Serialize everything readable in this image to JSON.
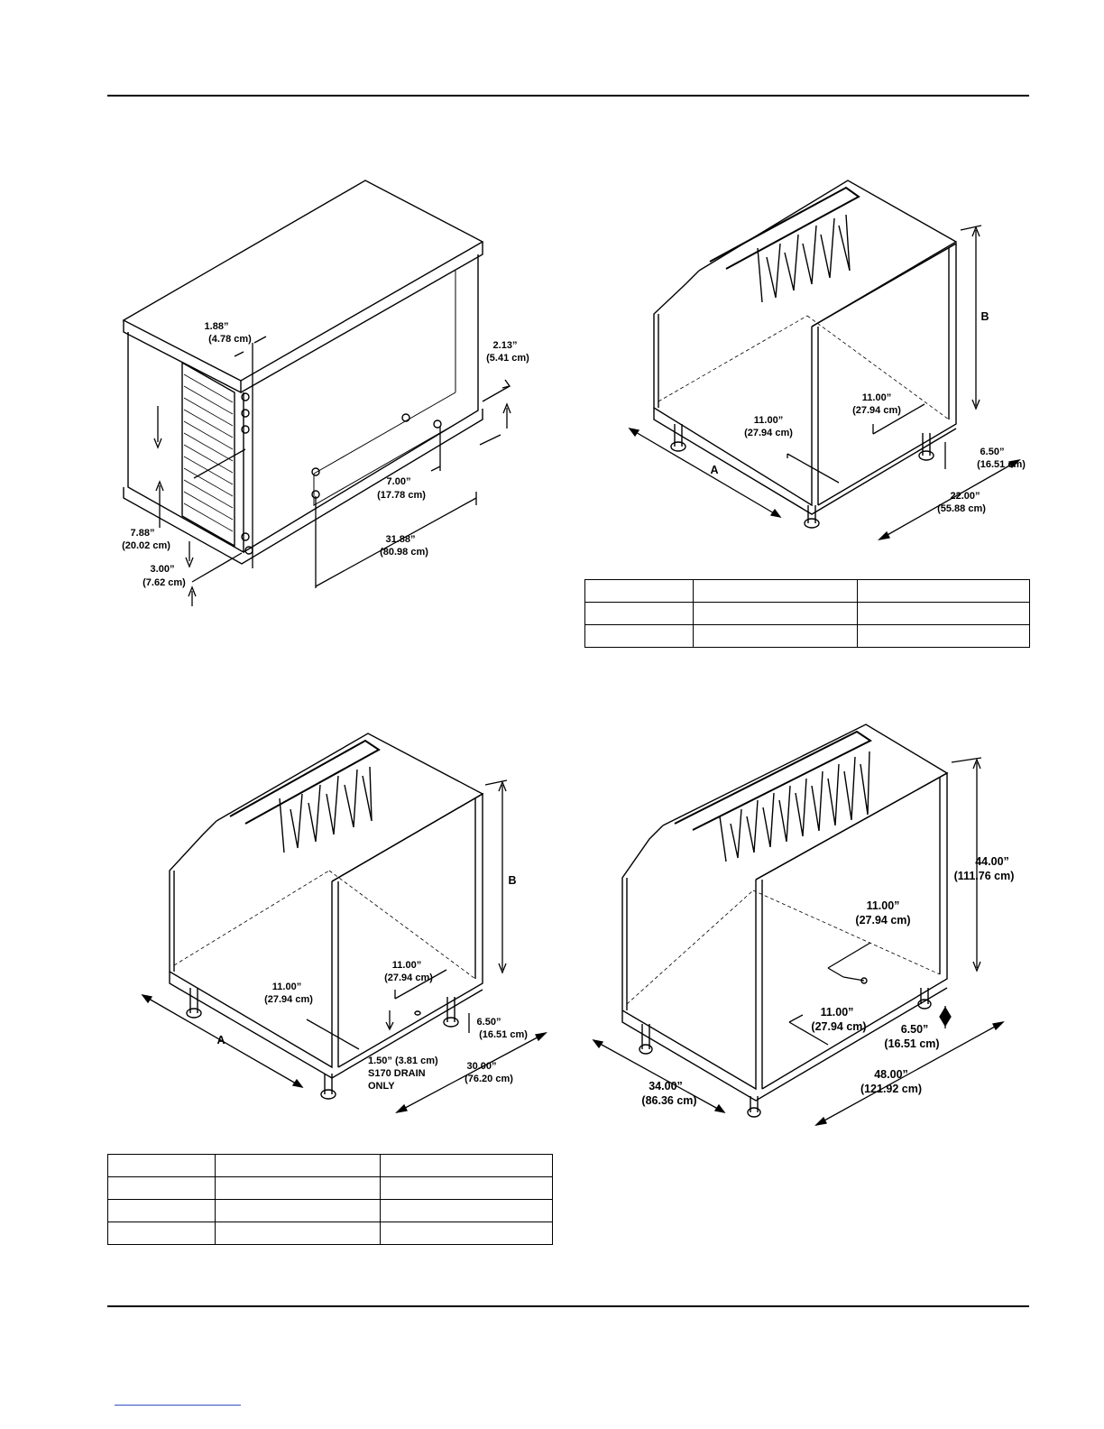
{
  "figures": {
    "condensing_unit": {
      "labels": [
        {
          "id": "d1",
          "in": "1.88”",
          "cm": "(4.78 cm)"
        },
        {
          "id": "d2",
          "in": "2.13”",
          "cm": "(5.41 cm)"
        },
        {
          "id": "d3",
          "in": "7.00”",
          "cm": "(17.78 cm)"
        },
        {
          "id": "d4",
          "in": "7.88”",
          "cm": "(20.02 cm)"
        },
        {
          "id": "d5",
          "in": "3.00”",
          "cm": "(7.62 cm)"
        },
        {
          "id": "d6",
          "in": "31.88”",
          "cm": "(80.98 cm)"
        }
      ]
    },
    "bin_top_right": {
      "letters": {
        "a": "A",
        "b": "B"
      },
      "labels": [
        {
          "id": "r1",
          "in": "11.00”",
          "cm": "(27.94 cm)"
        },
        {
          "id": "r2",
          "in": "11.00”",
          "cm": "(27.94 cm)"
        },
        {
          "id": "r3",
          "in": "6.50”",
          "cm": "(16.51 cm)"
        },
        {
          "id": "r4",
          "in": "22.00”",
          "cm": "(55.88 cm)"
        }
      ]
    },
    "bin_bottom_left": {
      "letters": {
        "a": "A",
        "b": "B"
      },
      "labels": [
        {
          "id": "l1",
          "in": "11.00”",
          "cm": "(27.94 cm)"
        },
        {
          "id": "l2",
          "in": "11.00”",
          "cm": "(27.94 cm)"
        },
        {
          "id": "l3",
          "in": "6.50”",
          "cm": "(16.51 cm)"
        },
        {
          "id": "l4",
          "in": "30.00”",
          "cm": "(76.20 cm)"
        }
      ],
      "drain_note": [
        "1.50” (3.81 cm)",
        "S170 DRAIN",
        "ONLY"
      ]
    },
    "bin_bottom_right": {
      "labels": [
        {
          "id": "b1",
          "in": "44.00”",
          "cm": "(111.76 cm)"
        },
        {
          "id": "b2",
          "in": "11.00”",
          "cm": "(27.94 cm)"
        },
        {
          "id": "b3",
          "in": "11.00”",
          "cm": "(27.94 cm)"
        },
        {
          "id": "b4",
          "in": "6.50”",
          "cm": "(16.51 cm)"
        },
        {
          "id": "b5",
          "in": "34.00”",
          "cm": "(86.36 cm)"
        },
        {
          "id": "b6",
          "in": "48.00”",
          "cm": "(121.92 cm)"
        }
      ]
    }
  },
  "tables": {
    "top_right": {
      "rows": [
        [
          "",
          "",
          ""
        ],
        [
          "",
          "",
          ""
        ],
        [
          "",
          "",
          ""
        ]
      ]
    },
    "bottom_left": {
      "rows": [
        [
          "",
          "",
          ""
        ],
        [
          "",
          "",
          ""
        ],
        [
          "",
          "",
          ""
        ],
        [
          "",
          "",
          ""
        ]
      ]
    }
  }
}
